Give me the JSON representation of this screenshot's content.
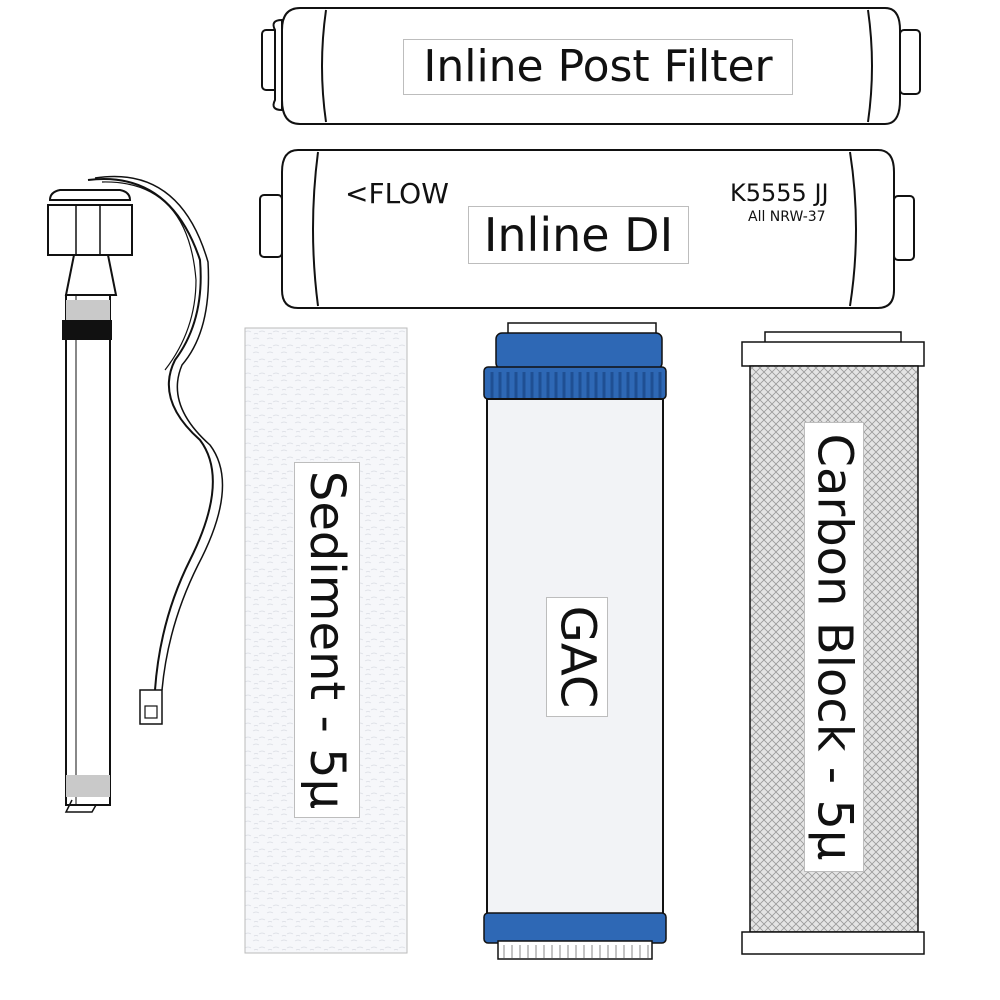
{
  "filters": {
    "inline_post": {
      "label": "Inline Post Filter"
    },
    "inline_di": {
      "label": "Inline DI",
      "flow": "<FLOW",
      "model": "K5555 JJ",
      "submodel": "All NRW-37"
    },
    "sediment": {
      "label": "Sediment - 5µ"
    },
    "gac": {
      "label": "GAC"
    },
    "carbon": {
      "label": "Carbon Block - 5µ"
    }
  },
  "colors": {
    "outline": "#111111",
    "gac_cap": "#2e68b5",
    "gac_cap_dark": "#1f4f93",
    "sediment_fill": "#f4f5f8",
    "carbon_mesh": "#c8c8c8",
    "uv_tape": "#c9c9c9",
    "uv_band": "#111111"
  }
}
